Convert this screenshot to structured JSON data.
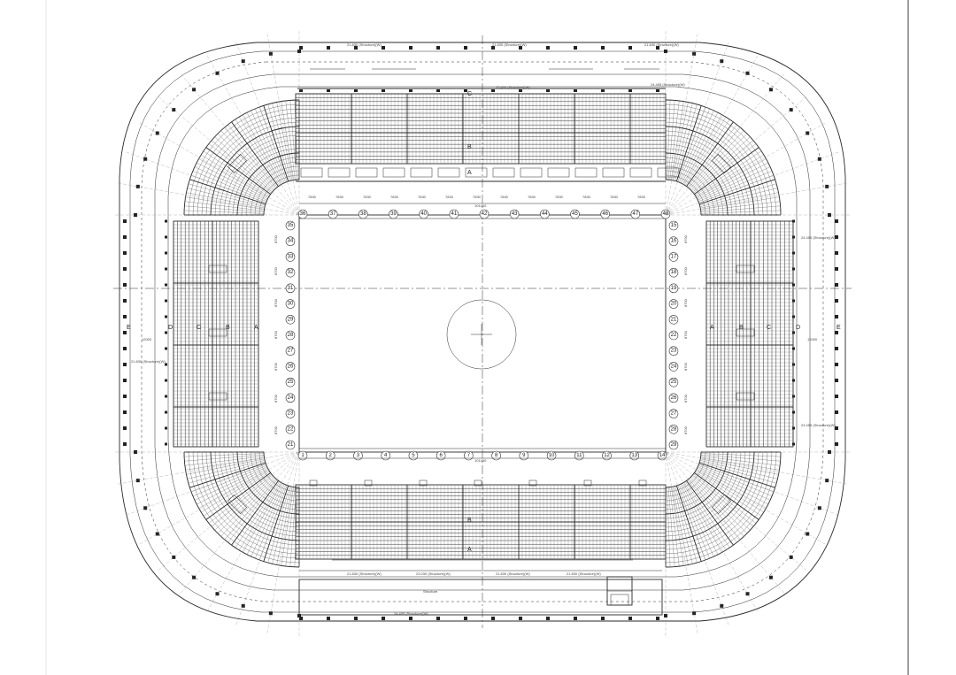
{
  "drawing": {
    "grid_top": [
      "36",
      "37",
      "38",
      "39",
      "40",
      "41",
      "42",
      "43",
      "44",
      "45",
      "46",
      "47",
      "48"
    ],
    "grid_bottom": [
      "1",
      "2",
      "3",
      "4",
      "5",
      "6",
      "7",
      "8",
      "9",
      "10",
      "11",
      "12",
      "13",
      "14"
    ],
    "grid_left": [
      "35",
      "34",
      "33",
      "32",
      "31",
      "30",
      "29",
      "28",
      "27",
      "26",
      "25",
      "24",
      "23",
      "22",
      "21"
    ],
    "grid_right": [
      "15",
      "16",
      "17",
      "18",
      "19",
      "20",
      "21",
      "22",
      "23",
      "24",
      "25",
      "26",
      "27",
      "28",
      "29"
    ],
    "axis_letters_left": [
      "E",
      "D",
      "C",
      "B",
      "A"
    ],
    "axis_letters_right": [
      "A",
      "B",
      "C",
      "D",
      "E"
    ],
    "axis_letters_center": [
      "C",
      "B",
      "A"
    ],
    "bay_label": "7830",
    "total_top": "101400",
    "total_bottom": "101400",
    "side_width": "12000",
    "side_bay": "8700",
    "top_level_labels": [
      "21.830 (Structure)(W)",
      "21.830 (Structure)(W)",
      "21.830 (Structure)(W)",
      "24.455 (Structure)(W)",
      "25.455 (Structure)(W)"
    ],
    "bottom_level_labels": [
      "21.830 (Structure)(W)",
      "23.030 (Structure)(W)",
      "21.830 (Structure)(W)",
      "21.830 (Structure)(W)",
      "24.455 (Structure)(W)"
    ],
    "note_left": "21.830 (Structure)(W)",
    "note_right": "24.455 (Structure)(W)",
    "room_label": "Structure"
  }
}
